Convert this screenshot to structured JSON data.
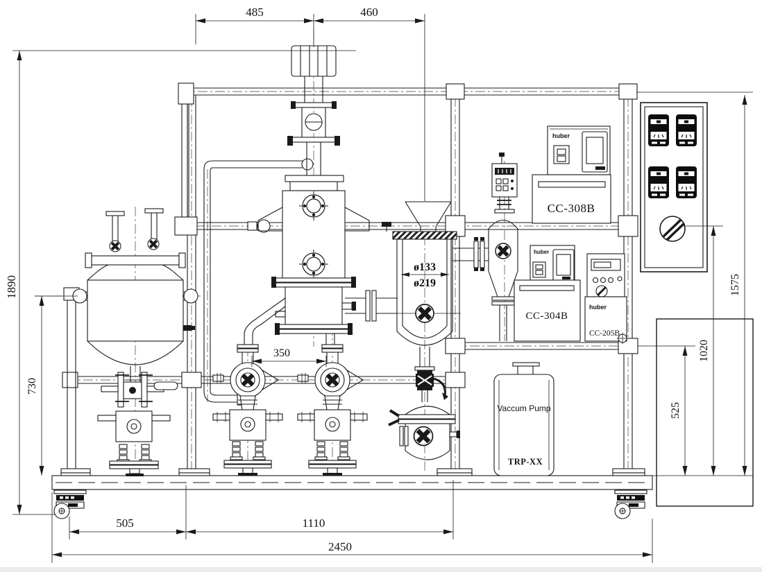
{
  "drawing": {
    "type": "mechanical-assembly-drawing",
    "subject": "short-path molecular distillation skid",
    "line_color": "#1a1a1a",
    "background": "#ffffff",
    "dimensions": {
      "top_span_left": "485",
      "top_span_right": "460",
      "overall_height": "1890",
      "reactor_trunnion_height": "730",
      "pump_spacing": "350",
      "base_span_left": "505",
      "base_span_mid": "1110",
      "base_overall": "2450",
      "frame_height": "1575",
      "mid_rail_height": "1020",
      "lower_rail_height": "525",
      "receiver_inner_dia": "ø133",
      "receiver_outer_dia": "ø219"
    },
    "labels": {
      "huber_brand": "huber",
      "chiller_top": "CC-308B",
      "chiller_mid": "CC-304B",
      "controller_small": "CC-205B",
      "vacuum_pump": "Vaccum Pump",
      "vacuum_pump_model": "TRP-XX"
    }
  }
}
